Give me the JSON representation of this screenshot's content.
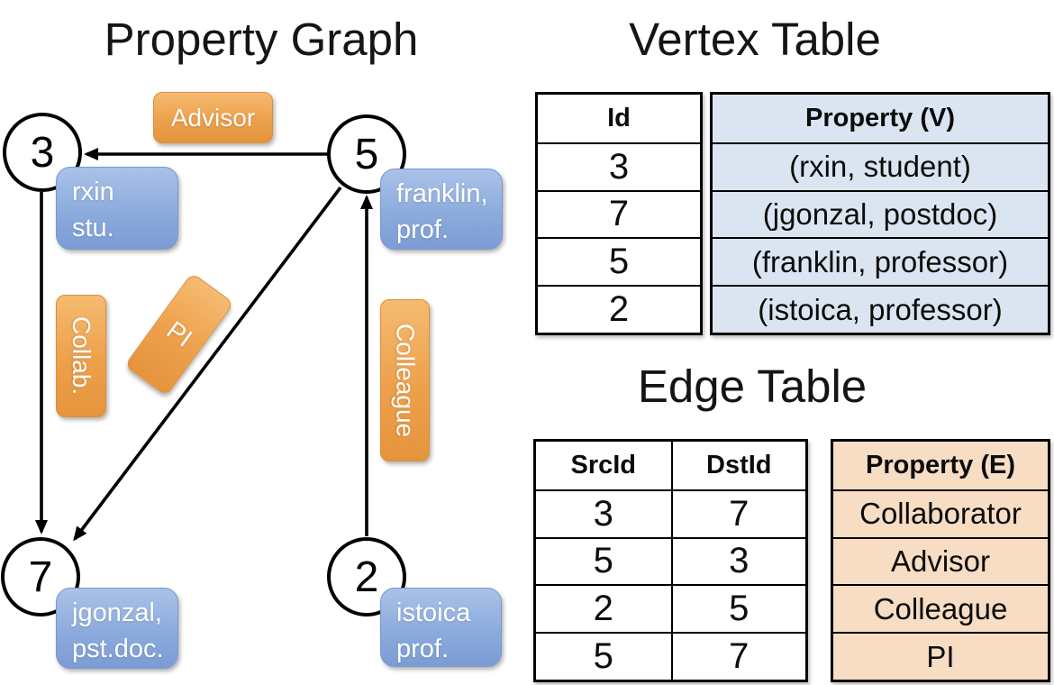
{
  "colors": {
    "orange_label": "#EDA04B",
    "blue_label": "#8CABDD",
    "vertex_cell_fill": "#DBE5F1",
    "edge_cell_fill": "#F6DDC4"
  },
  "graph": {
    "title": "Property Graph",
    "nodes": [
      {
        "id": "3",
        "prop_line1": "rxin",
        "prop_line2": "stu."
      },
      {
        "id": "5",
        "prop_line1": "franklin,",
        "prop_line2": "prof."
      },
      {
        "id": "7",
        "prop_line1": "jgonzal,",
        "prop_line2": "pst.doc."
      },
      {
        "id": "2",
        "prop_line1": "istoica",
        "prop_line2": "prof."
      }
    ],
    "edge_labels": {
      "advisor": "Advisor",
      "collab": "Collab.",
      "pi": "PI",
      "colleague": "Colleague"
    }
  },
  "vertex_table": {
    "title": "Vertex Table",
    "headers": {
      "id": "Id",
      "property": "Property (V)"
    },
    "rows": [
      {
        "id": "3",
        "property": "(rxin, student)"
      },
      {
        "id": "7",
        "property": "(jgonzal, postdoc)"
      },
      {
        "id": "5",
        "property": "(franklin, professor)"
      },
      {
        "id": "2",
        "property": "(istoica, professor)"
      }
    ]
  },
  "edge_table": {
    "title": "Edge Table",
    "headers": {
      "src": "SrcId",
      "dst": "DstId",
      "property": "Property (E)"
    },
    "rows": [
      {
        "src": "3",
        "dst": "7",
        "property": "Collaborator"
      },
      {
        "src": "5",
        "dst": "3",
        "property": "Advisor"
      },
      {
        "src": "2",
        "dst": "5",
        "property": "Colleague"
      },
      {
        "src": "5",
        "dst": "7",
        "property": "PI"
      }
    ]
  }
}
